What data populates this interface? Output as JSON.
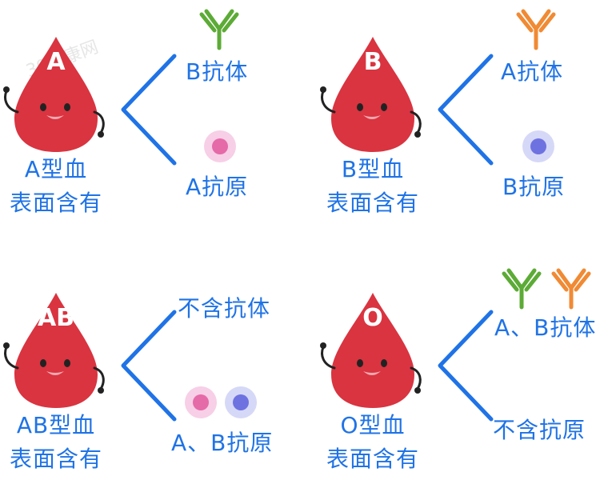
{
  "watermark": "39健康网",
  "colors": {
    "drop": "#d93440",
    "text": "#1f73e6",
    "antibody_green": "#5cab36",
    "antibody_orange": "#f08a34",
    "antigen_a_fill": "#e56aa8",
    "antigen_a_halo": "#f7cfe6",
    "antigen_b_fill": "#6e72e0",
    "antigen_b_halo": "#d6d8f7"
  },
  "panels": [
    {
      "drop_letter": "A",
      "caption_line1": "A型血",
      "caption_line2": "表面含有",
      "upper_label": "B抗体",
      "upper_icons": [
        "antibody-green"
      ],
      "lower_label": "A抗原",
      "lower_icons": [
        "antigen-a"
      ]
    },
    {
      "drop_letter": "B",
      "caption_line1": "B型血",
      "caption_line2": "表面含有",
      "upper_label": "A抗体",
      "upper_icons": [
        "antibody-orange"
      ],
      "lower_label": "B抗原",
      "lower_icons": [
        "antigen-b"
      ]
    },
    {
      "drop_letter": "AB",
      "caption_line1": "AB型血",
      "caption_line2": "表面含有",
      "upper_label": "不含抗体",
      "upper_icons": [],
      "lower_label": "A、B抗原",
      "lower_icons": [
        "antigen-a",
        "antigen-b"
      ]
    },
    {
      "drop_letter": "O",
      "caption_line1": "O型血",
      "caption_line2": "表面含有",
      "upper_label": "A、B抗体",
      "upper_icons": [
        "antibody-green",
        "antibody-orange"
      ],
      "lower_label": "不含抗原",
      "lower_icons": []
    }
  ]
}
